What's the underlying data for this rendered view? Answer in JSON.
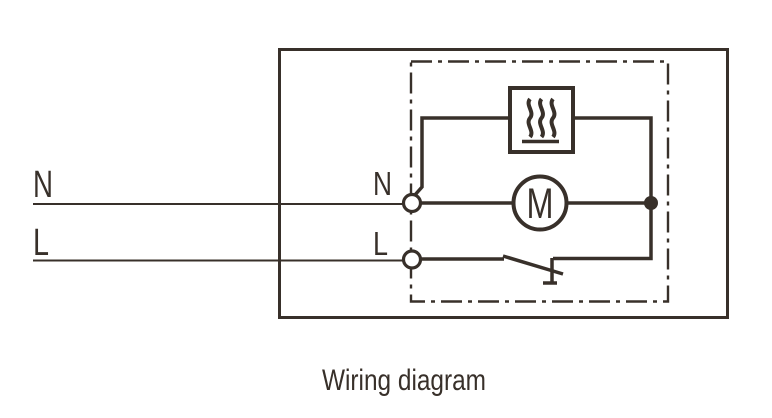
{
  "figure": {
    "caption": "Wiring diagram",
    "colors": {
      "ink": "#38302a",
      "background": "#ffffff"
    },
    "feed": {
      "neutral_label": "N",
      "line_label": "L"
    },
    "terminals": {
      "neutral_label": "N",
      "line_label": "L"
    },
    "motor": {
      "label": "M"
    },
    "icons": {
      "heating_element": "heating-element-icon",
      "motor": "motor-icon",
      "switch": "switch-icon",
      "junction": "junction-dot"
    }
  }
}
